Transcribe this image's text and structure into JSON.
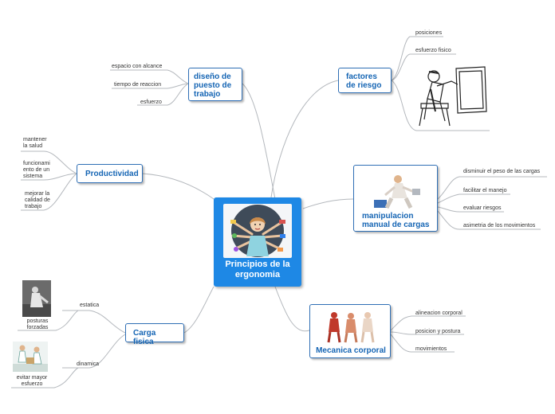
{
  "central": {
    "title": "Principios de la ergonomia"
  },
  "branches": {
    "diseno": {
      "label": "diseño de puesto de trabajo",
      "subs": [
        "espacio con alcance",
        "tiempo de reaccion",
        "esfuerzo"
      ]
    },
    "factores": {
      "label": "factores de riesgo",
      "subs": [
        "posiciones",
        "esfuerzo fisico"
      ]
    },
    "productividad": {
      "label": "Productividad",
      "subs": [
        "mantener la salud",
        "funcionamiento de un sistema",
        "mejorar la calidad de trabajo"
      ]
    },
    "manipulacion": {
      "label": "manipulacion manual de cargas",
      "subs": [
        "disminuir el peso de las cargas",
        "facilitar el manejo",
        "evaluar riesgos",
        "asimetria de los movimientos"
      ]
    },
    "carga": {
      "label": "Carga fisica",
      "subs": [
        "estatica",
        "dinamica"
      ],
      "captions": [
        "posturas forzadas",
        "evitar mayor esfuerzo"
      ]
    },
    "mecanica": {
      "label": "Mecanica corporal",
      "subs": [
        "alineacion corporal",
        "posicion y postura",
        "movimientos"
      ]
    }
  },
  "colors": {
    "central": "#1e88e5",
    "node_border": "#2f6fb5",
    "node_text": "#1565b4",
    "connector": "#b4b8bd"
  },
  "icons": [
    "multitasking-person-icon",
    "seated-worker-sketch-icon",
    "lifting-person-icon",
    "anatomy-figures-icon",
    "posture-photo-icon",
    "lifting-illustration-icon"
  ]
}
